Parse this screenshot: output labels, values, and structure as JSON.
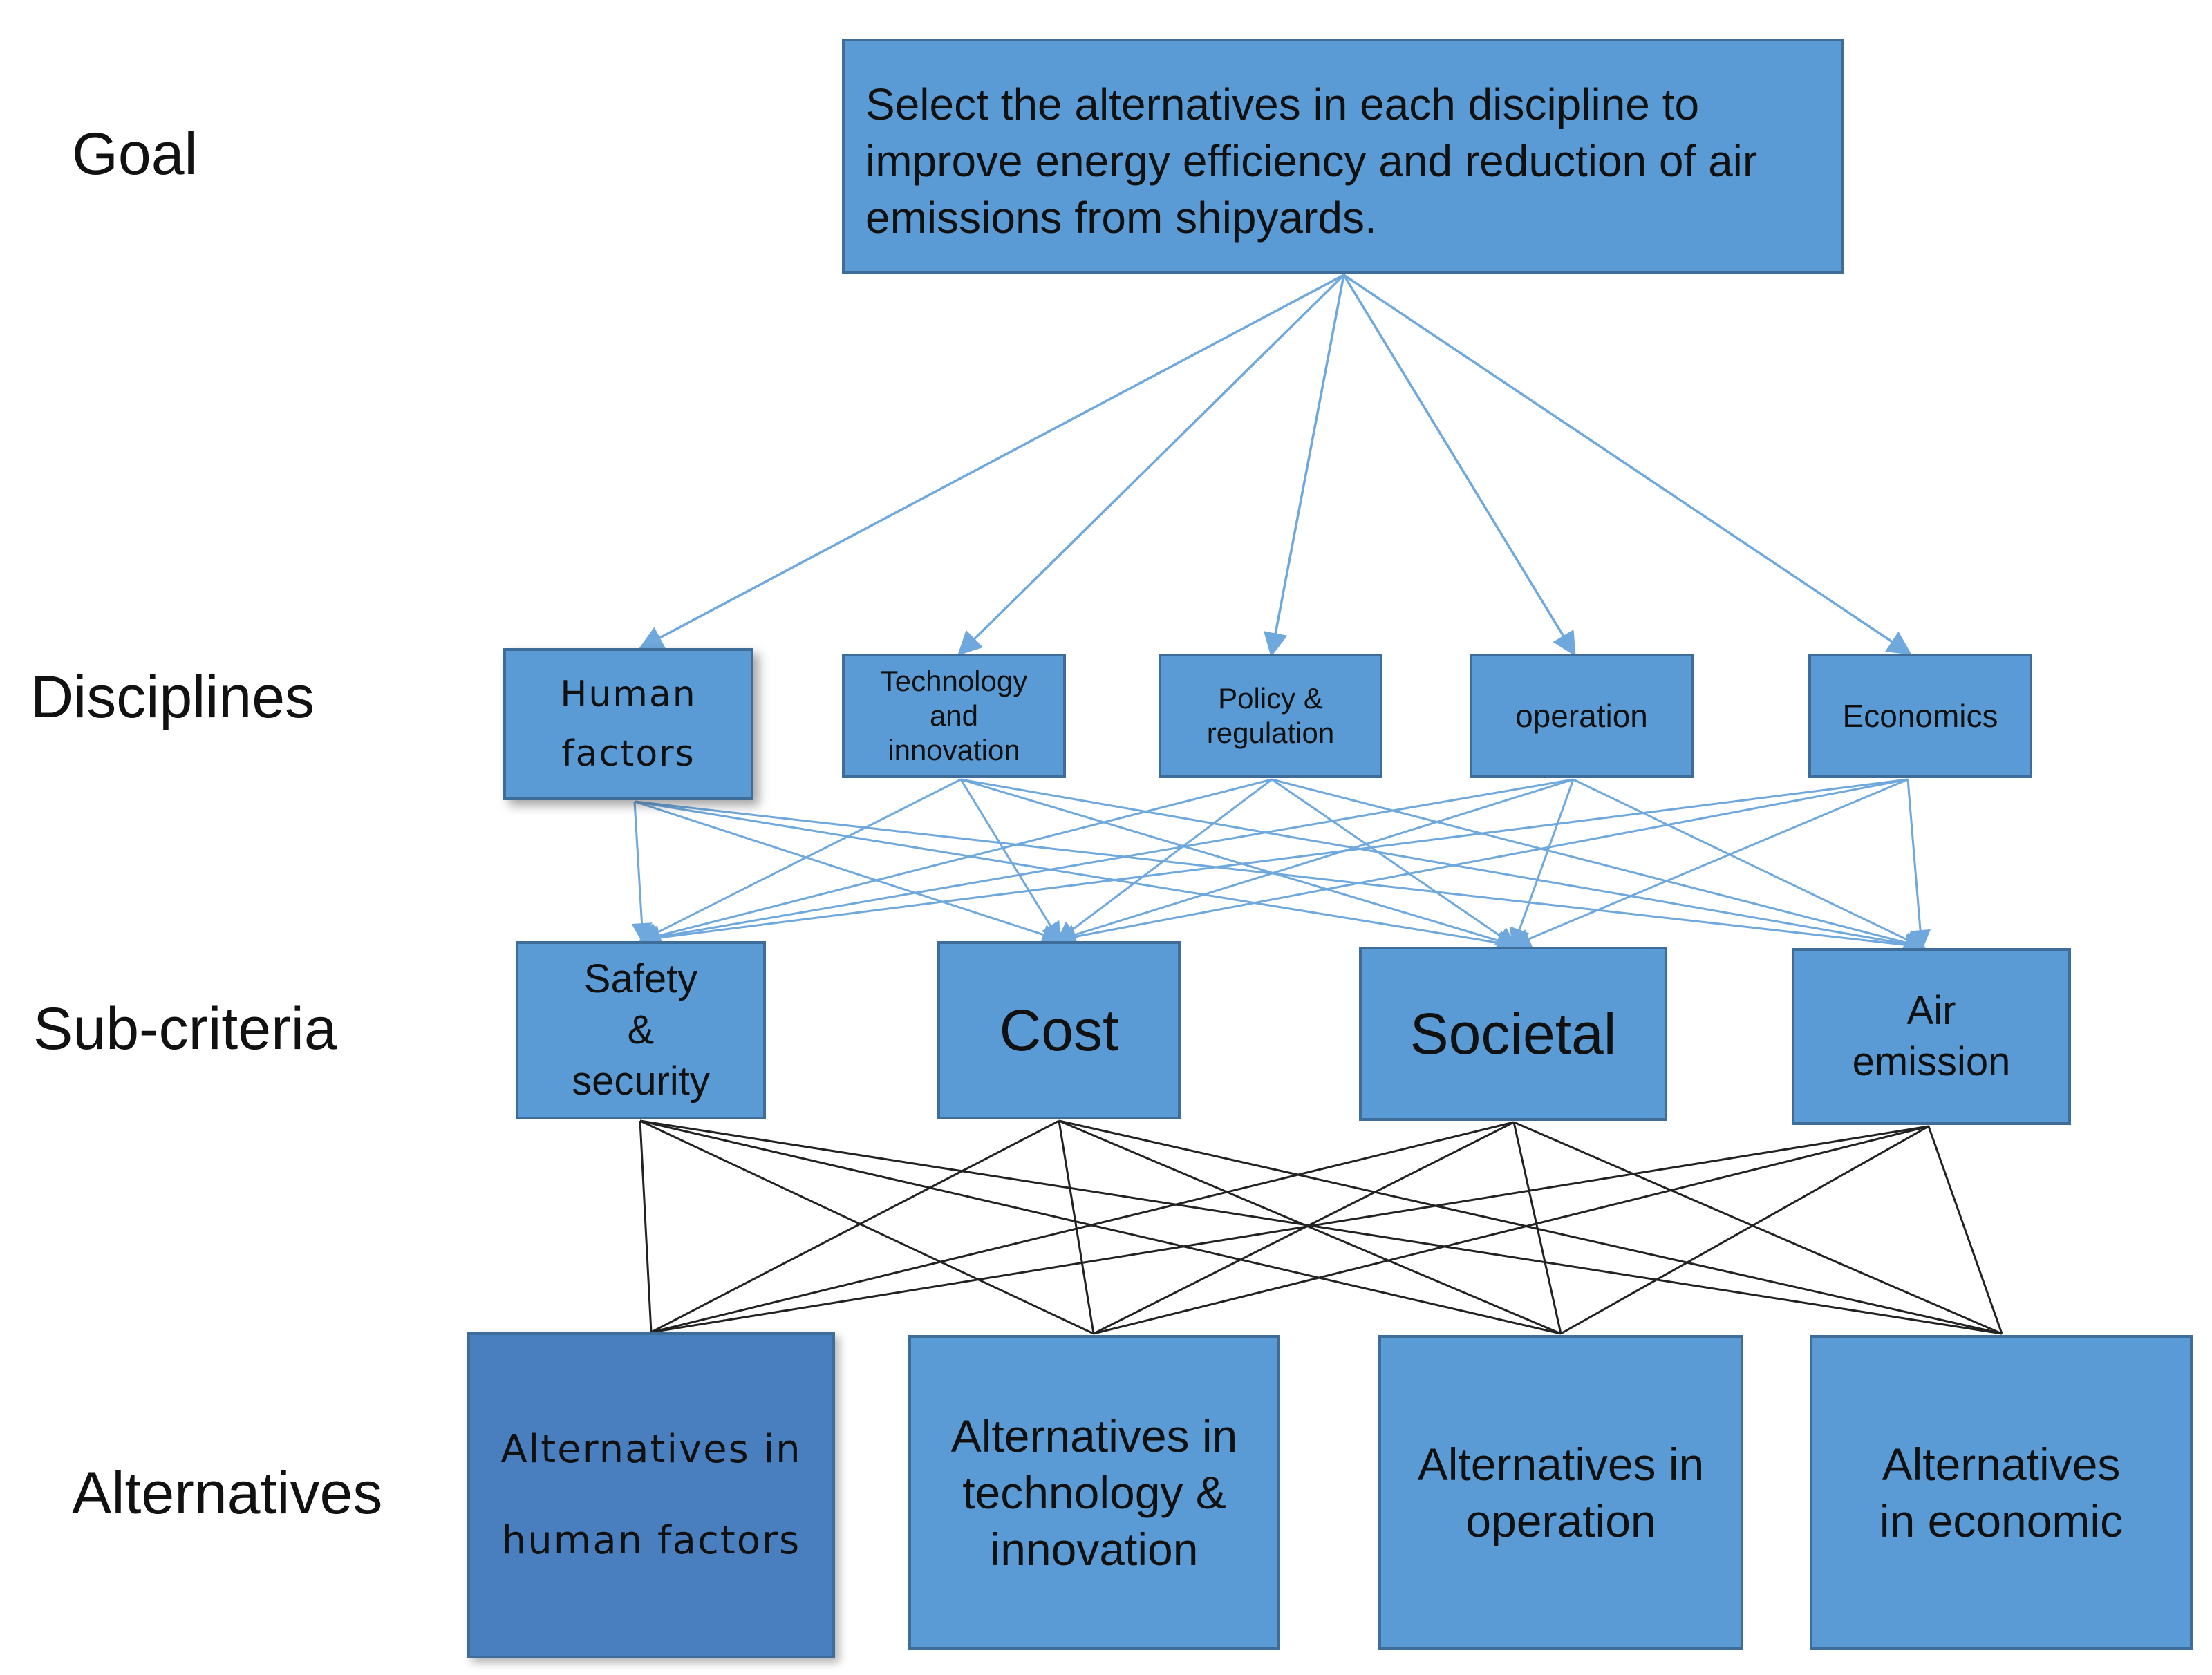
{
  "levels": {
    "goal": "Goal",
    "disciplines": "Disciplines",
    "subcriteria": "Sub-criteria",
    "alternatives": "Alternatives"
  },
  "goal_text": "Select the alternatives in each discipline to improve energy efficiency and reduction of air emissions from shipyards.",
  "disciplines": [
    {
      "label": "Human factors"
    },
    {
      "label": "Technology and innovation"
    },
    {
      "label": "Policy & regulation"
    },
    {
      "label": "operation"
    },
    {
      "label": "Economics"
    }
  ],
  "subcriteria": [
    {
      "label": "Safety & security"
    },
    {
      "label": "Cost"
    },
    {
      "label": "Societal"
    },
    {
      "label": "Air emission"
    }
  ],
  "alternatives": [
    {
      "label": "Alternatives in human factors"
    },
    {
      "label": "Alternatives in technology & innovation"
    },
    {
      "label": "Alternatives in operation"
    },
    {
      "label": "Alternatives in economic"
    }
  ],
  "colors": {
    "box_fill": "#5b9bd5",
    "box_fill_dark": "#4a7fbf",
    "box_border": "#3f6d9a",
    "blue_link": "#6fa8dc",
    "black_link": "#222222"
  }
}
